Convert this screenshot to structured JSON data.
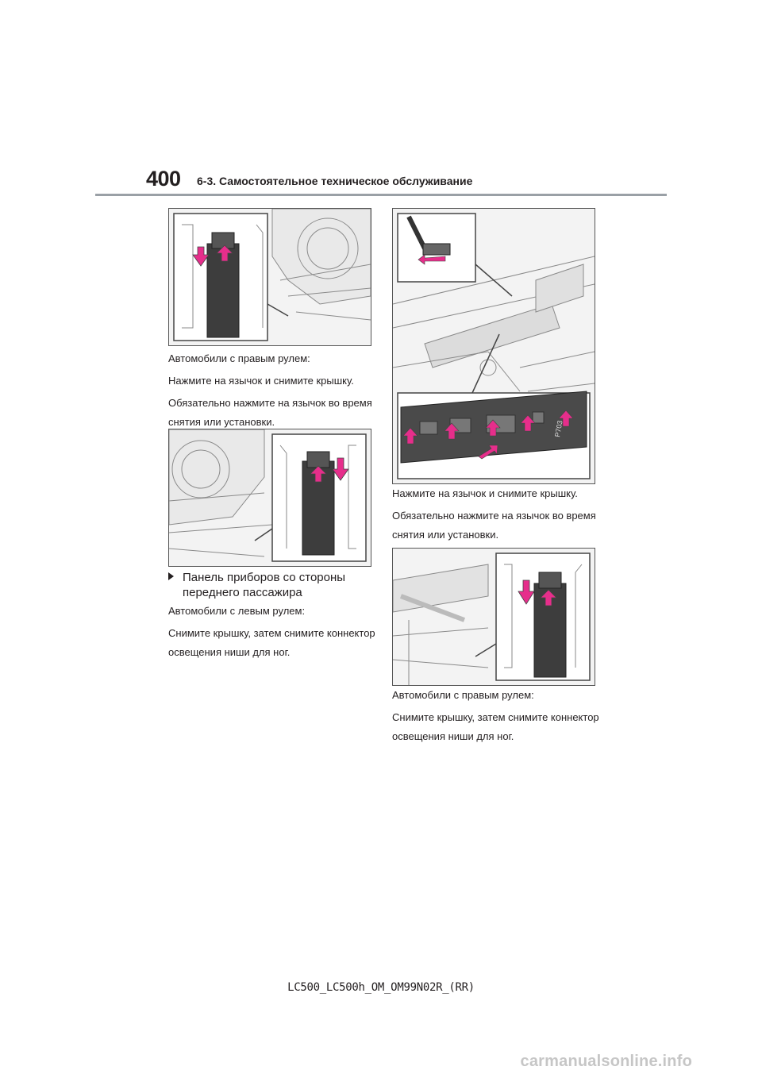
{
  "header": {
    "page_number": "400",
    "section_title": "6-3. Самостоятельное техническое обслуживание"
  },
  "left_column": {
    "caption1": {
      "line1": "Автомобили с правым рулем:",
      "line2": "Нажмите на язычок и снимите крышку.",
      "line3": "Обязательно нажмите на язычок во время снятия или установки."
    },
    "subheading": "Панель приборов со стороны переднего пассажира",
    "caption2": {
      "line1": "Автомобили с левым рулем:",
      "line2": "Снимите крышку, затем снимите коннектор освещения ниши для ног."
    }
  },
  "right_column": {
    "caption1": {
      "line1": "Нажмите на язычок и снимите крышку.",
      "line2": "Обязательно нажмите на язычок во время снятия или установки."
    },
    "caption2": {
      "line1": "Автомобили с правым рулем:",
      "line2": "Снимите крышку, затем снимите коннектор освещения ниши для ног."
    }
  },
  "illustration_labels": {
    "panel_marking": "P703"
  },
  "footer": {
    "doc_code": "LC500_LC500h_OM_OM99N02R_(RR)"
  },
  "watermark": "carmanualsonline.info",
  "colors": {
    "arrow": "#e62e8b",
    "rule": "#9aa0a6",
    "text": "#231f20"
  }
}
